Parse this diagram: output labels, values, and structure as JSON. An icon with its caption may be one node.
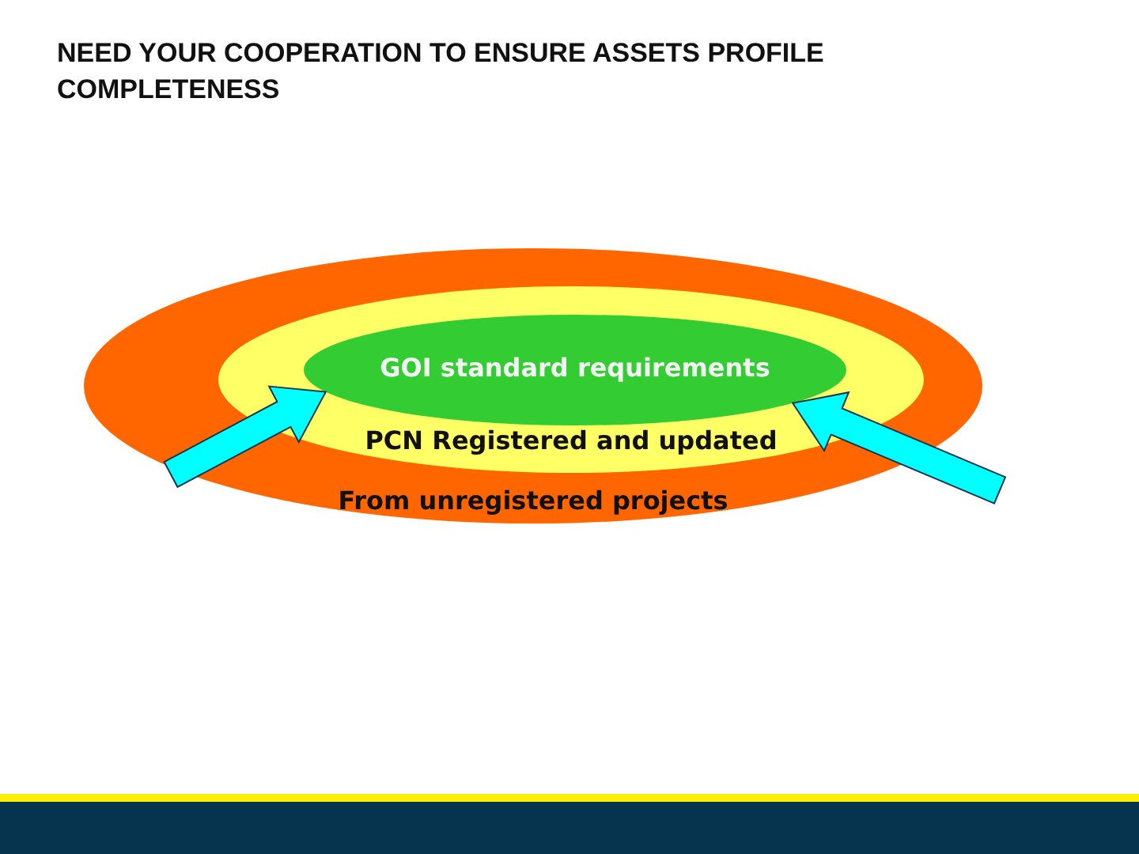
{
  "diagram": {
    "title": "NEED YOUR COOPERATION TO ENSURE ASSETS PROFILE COMPLETENESS",
    "nodes": [
      {
        "text": [
          "From unregistered projects"
        ]
      },
      {
        "text": [
          "PCN Registered and updated"
        ],
        "in": 0
      },
      {
        "text": [
          "GOI standard requirements"
        ],
        "in": 1
      }
    ],
    "edges": [
      {
        "from": null,
        "to": 2,
        "arrow": "to"
      },
      {
        "from": null,
        "to": 2,
        "arrow": "to"
      }
    ]
  }
}
